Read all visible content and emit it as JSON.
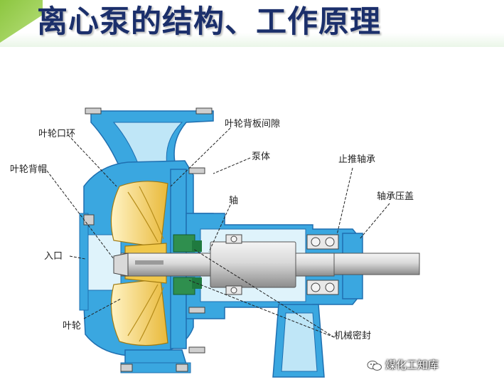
{
  "title": "离心泵的结构、工作原理",
  "labels": {
    "impeller_eye_ring": "叶轮口环",
    "impeller_back_cap": "叶轮背帽",
    "inlet": "入口",
    "impeller": "叶轮",
    "back_plate_gap": "叶轮背板间隙",
    "pump_body": "泵体",
    "shaft": "轴",
    "thrust_bearing": "止推轴承",
    "bearing_cover": "轴承压盖",
    "mechanical_seal": "机械密封"
  },
  "watermark": "煤化工知库",
  "colors": {
    "title": "#1b2f6b",
    "casing": "#3aa7e0",
    "casing_dark": "#1f6fb0",
    "casing_light": "#bfe6f7",
    "impeller": "#f0c74a",
    "seal": "#2f8f4e",
    "shaft": "#c9c9c9"
  }
}
